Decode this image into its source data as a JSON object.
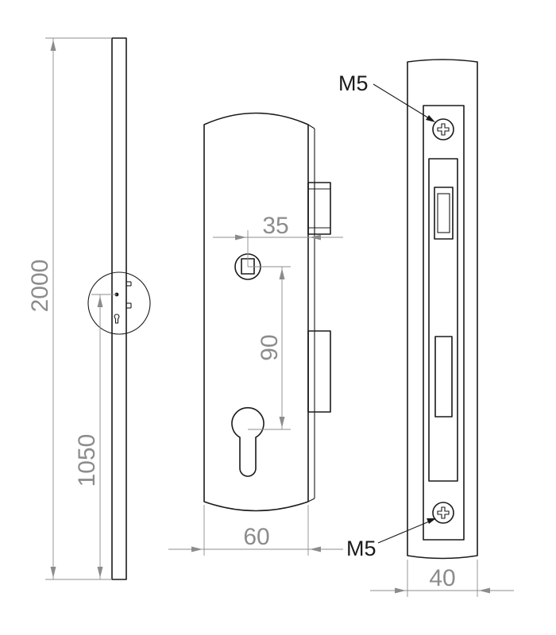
{
  "dimensions": {
    "total_height": "2000",
    "handle_height": "1050",
    "backset": "35",
    "centre_distance": "90",
    "plate_width": "60",
    "faceplate_width": "40"
  },
  "callouts": {
    "top_screw": "M5",
    "bottom_screw": "M5"
  },
  "colors": {
    "part_line": "#1a1a1a",
    "dimension_line": "#8c8c8c",
    "background": "#ffffff"
  }
}
